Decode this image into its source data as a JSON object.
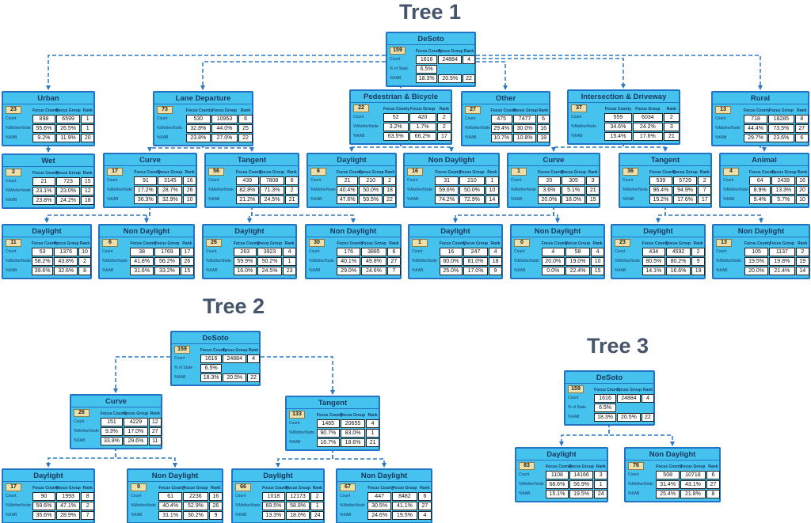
{
  "titles": [
    "Tree 1",
    "Tree 2",
    "Tree 3"
  ],
  "table": {
    "headers": [
      "Focus County",
      "Focus Group",
      "Rank"
    ],
    "child_rows": [
      "Count",
      "%MotherNode",
      "%KAB"
    ],
    "root_rows": [
      "Count",
      "% of State",
      "%KAB"
    ]
  },
  "colors": {
    "node_fill": "#45c2ee",
    "node_border": "#2273c3",
    "badge_fill": "#eddfa9",
    "title_text": "#17375e",
    "connector": "#2b78c5",
    "tree_title": "#44546a"
  },
  "nodes": [
    {
      "tree": 1,
      "title": "DeSoto",
      "id": "159",
      "root": true,
      "rows": [
        [
          "1616",
          "24884",
          "4"
        ],
        [
          "6.5%",
          "",
          ""
        ],
        [
          "18.3%",
          "20.5%",
          "22"
        ]
      ]
    },
    {
      "tree": 1,
      "title": "Urban",
      "id": "23",
      "root": false,
      "rows": [
        [
          "898",
          "6599",
          "1"
        ],
        [
          "55.6%",
          "26.5%",
          "1"
        ],
        [
          "9.2%",
          "11.9%",
          "20"
        ]
      ]
    },
    {
      "tree": 1,
      "title": "Lane Departure",
      "id": "73",
      "root": false,
      "rows": [
        [
          "530",
          "10953",
          "6"
        ],
        [
          "32.8%",
          "44.0%",
          "25"
        ],
        [
          "23.8%",
          "27.0%",
          "22"
        ]
      ]
    },
    {
      "tree": 1,
      "title": "Pedestrian & Bicycle",
      "id": "22",
      "root": false,
      "rows": [
        [
          "52",
          "420",
          "2"
        ],
        [
          "3.2%",
          "1.7%",
          "2"
        ],
        [
          "63.5%",
          "66.2%",
          "17"
        ]
      ]
    },
    {
      "tree": 1,
      "title": "Other",
      "id": "27",
      "root": false,
      "rows": [
        [
          "475",
          "7477",
          "6"
        ],
        [
          "29.4%",
          "30.0%",
          "16"
        ],
        [
          "10.7%",
          "10.8%",
          "18"
        ]
      ]
    },
    {
      "tree": 1,
      "title": "Intersection & Driveway",
      "id": "37",
      "root": false,
      "rows": [
        [
          "559",
          "6034",
          "2"
        ],
        [
          "34.6%",
          "24.2%",
          "3"
        ],
        [
          "15.4%",
          "17.6%",
          "21"
        ]
      ]
    },
    {
      "tree": 1,
      "title": "Rural",
      "id": "13",
      "root": false,
      "rows": [
        [
          "718",
          "18285",
          "8"
        ],
        [
          "44.4%",
          "73.5%",
          "27"
        ],
        [
          "29.7%",
          "23.6%",
          "6"
        ]
      ]
    },
    {
      "tree": 1,
      "title": "Wet",
      "id": "2",
      "root": false,
      "rows": [
        [
          "21",
          "723",
          "15"
        ],
        [
          "23.1%",
          "23.0%",
          "12"
        ],
        [
          "23.8%",
          "24.2%",
          "18"
        ]
      ]
    },
    {
      "tree": 1,
      "title": "Curve",
      "id": "17",
      "root": false,
      "rows": [
        [
          "91",
          "3145",
          "16"
        ],
        [
          "17.2%",
          "28.7%",
          "26"
        ],
        [
          "36.3%",
          "32.9%",
          "10"
        ]
      ]
    },
    {
      "tree": 1,
      "title": "Tangent",
      "id": "56",
      "root": false,
      "rows": [
        [
          "439",
          "7808",
          "6"
        ],
        [
          "82.8%",
          "71.3%",
          "2"
        ],
        [
          "21.2%",
          "24.5%",
          "21"
        ]
      ]
    },
    {
      "tree": 1,
      "title": "Daylight",
      "id": "6",
      "root": false,
      "rows": [
        [
          "21",
          "210",
          "2"
        ],
        [
          "40.4%",
          "50.0%",
          "18"
        ],
        [
          "47.6%",
          "59.5%",
          "22"
        ]
      ]
    },
    {
      "tree": 1,
      "title": "Non Daylight",
      "id": "16",
      "root": false,
      "rows": [
        [
          "31",
          "210",
          "1"
        ],
        [
          "59.6%",
          "50.0%",
          "10"
        ],
        [
          "74.2%",
          "72.9%",
          "14"
        ]
      ]
    },
    {
      "tree": 1,
      "title": "Curve",
      "id": "1",
      "root": false,
      "rows": [
        [
          "20",
          "305",
          "3"
        ],
        [
          "3.6%",
          "5.1%",
          "21"
        ],
        [
          "20.0%",
          "18.0%",
          "15"
        ]
      ]
    },
    {
      "tree": 1,
      "title": "Tangent",
      "id": "36",
      "root": false,
      "rows": [
        [
          "539",
          "5729",
          "2"
        ],
        [
          "96.4%",
          "94.9%",
          "7"
        ],
        [
          "15.2%",
          "17.6%",
          "17"
        ]
      ]
    },
    {
      "tree": 1,
      "title": "Animal",
      "id": "4",
      "root": false,
      "rows": [
        [
          "64",
          "2439",
          "16"
        ],
        [
          "8.9%",
          "13.3%",
          "20"
        ],
        [
          "9.4%",
          "5.7%",
          "10"
        ]
      ]
    },
    {
      "tree": 1,
      "title": "Daylight",
      "id": "11",
      "root": false,
      "rows": [
        [
          "53",
          "1376",
          "10"
        ],
        [
          "58.2%",
          "43.8%",
          "2"
        ],
        [
          "39.6%",
          "32.6%",
          "8"
        ]
      ]
    },
    {
      "tree": 1,
      "title": "Non Daylight",
      "id": "6",
      "root": false,
      "rows": [
        [
          "38",
          "1769",
          "17"
        ],
        [
          "41.8%",
          "56.2%",
          "26"
        ],
        [
          "31.6%",
          "33.2%",
          "15"
        ]
      ]
    },
    {
      "tree": 1,
      "title": "Daylight",
      "id": "26",
      "root": false,
      "rows": [
        [
          "263",
          "3923",
          "4"
        ],
        [
          "59.9%",
          "50.2%",
          "1"
        ],
        [
          "16.0%",
          "24.5%",
          "23"
        ]
      ]
    },
    {
      "tree": 1,
      "title": "Non Daylight",
      "id": "30",
      "root": false,
      "rows": [
        [
          "176",
          "3885",
          "6"
        ],
        [
          "40.1%",
          "49.8%",
          "27"
        ],
        [
          "29.0%",
          "24.6%",
          "7"
        ]
      ]
    },
    {
      "tree": 1,
      "title": "Daylight",
      "id": "1",
      "root": false,
      "rows": [
        [
          "16",
          "247",
          "4"
        ],
        [
          "80.0%",
          "81.0%",
          "18"
        ],
        [
          "25.0%",
          "17.0%",
          "9"
        ]
      ]
    },
    {
      "tree": 1,
      "title": "Non Daylight",
      "id": "0",
      "root": false,
      "rows": [
        [
          "4",
          "58",
          "4"
        ],
        [
          "20.0%",
          "19.0%",
          "10"
        ],
        [
          "0.0%",
          "22.4%",
          "15"
        ]
      ]
    },
    {
      "tree": 1,
      "title": "Daylight",
      "id": "23",
      "root": false,
      "rows": [
        [
          "434",
          "4592",
          "2"
        ],
        [
          "80.5%",
          "80.2%",
          "9"
        ],
        [
          "14.1%",
          "16.6%",
          "19"
        ]
      ]
    },
    {
      "tree": 1,
      "title": "Non Daylight",
      "id": "13",
      "root": false,
      "rows": [
        [
          "105",
          "1137",
          "2"
        ],
        [
          "19.5%",
          "19.8%",
          "19"
        ],
        [
          "20.0%",
          "21.4%",
          "14"
        ]
      ]
    },
    {
      "tree": 2,
      "title": "DeSoto",
      "id": "159",
      "root": true,
      "rows": [
        [
          "1616",
          "24884",
          "4"
        ],
        [
          "6.5%",
          "",
          ""
        ],
        [
          "18.3%",
          "20.5%",
          "22"
        ]
      ]
    },
    {
      "tree": 2,
      "title": "Curve",
      "id": "26",
      "root": false,
      "rows": [
        [
          "151",
          "4229",
          "12"
        ],
        [
          "9.3%",
          "17.0%",
          "27"
        ],
        [
          "33.8%",
          "29.6%",
          "11"
        ]
      ]
    },
    {
      "tree": 2,
      "title": "Tangent",
      "id": "133",
      "root": false,
      "rows": [
        [
          "1465",
          "20655",
          "4"
        ],
        [
          "90.7%",
          "83.0%",
          "1"
        ],
        [
          "16.7%",
          "18.6%",
          "21"
        ]
      ]
    },
    {
      "tree": 2,
      "title": "Daylight",
      "id": "17",
      "root": false,
      "rows": [
        [
          "90",
          "1993",
          "8"
        ],
        [
          "59.6%",
          "47.1%",
          "2"
        ],
        [
          "35.6%",
          "28.9%",
          "7"
        ]
      ]
    },
    {
      "tree": 2,
      "title": "Non Daylight",
      "id": "9",
      "root": false,
      "rows": [
        [
          "61",
          "2236",
          "16"
        ],
        [
          "40.4%",
          "52.9%",
          "26"
        ],
        [
          "31.1%",
          "30.2%",
          "9"
        ]
      ]
    },
    {
      "tree": 2,
      "title": "Daylight",
      "id": "66",
      "root": false,
      "rows": [
        [
          "1018",
          "12173",
          "2"
        ],
        [
          "69.5%",
          "58.9%",
          "1"
        ],
        [
          "13.3%",
          "18.0%",
          "24"
        ]
      ]
    },
    {
      "tree": 2,
      "title": "Non Daylight",
      "id": "67",
      "root": false,
      "rows": [
        [
          "447",
          "8482",
          "6"
        ],
        [
          "30.5%",
          "41.1%",
          "27"
        ],
        [
          "24.6%",
          "19.5%",
          "4"
        ]
      ]
    },
    {
      "tree": 3,
      "title": "DeSoto",
      "id": "159",
      "root": true,
      "rows": [
        [
          "1616",
          "24884",
          "4"
        ],
        [
          "6.5%",
          "",
          ""
        ],
        [
          "18.3%",
          "20.5%",
          "22"
        ]
      ]
    },
    {
      "tree": 3,
      "title": "Daylight",
      "id": "83",
      "root": false,
      "rows": [
        [
          "1108",
          "14166",
          "3"
        ],
        [
          "68.6%",
          "56.9%",
          "1"
        ],
        [
          "15.1%",
          "19.5%",
          "24"
        ]
      ]
    },
    {
      "tree": 3,
      "title": "Non Daylight",
      "id": "76",
      "root": false,
      "rows": [
        [
          "508",
          "10718",
          "6"
        ],
        [
          "31.4%",
          "43.1%",
          "27"
        ],
        [
          "25.4%",
          "21.8%",
          "8"
        ]
      ]
    }
  ]
}
